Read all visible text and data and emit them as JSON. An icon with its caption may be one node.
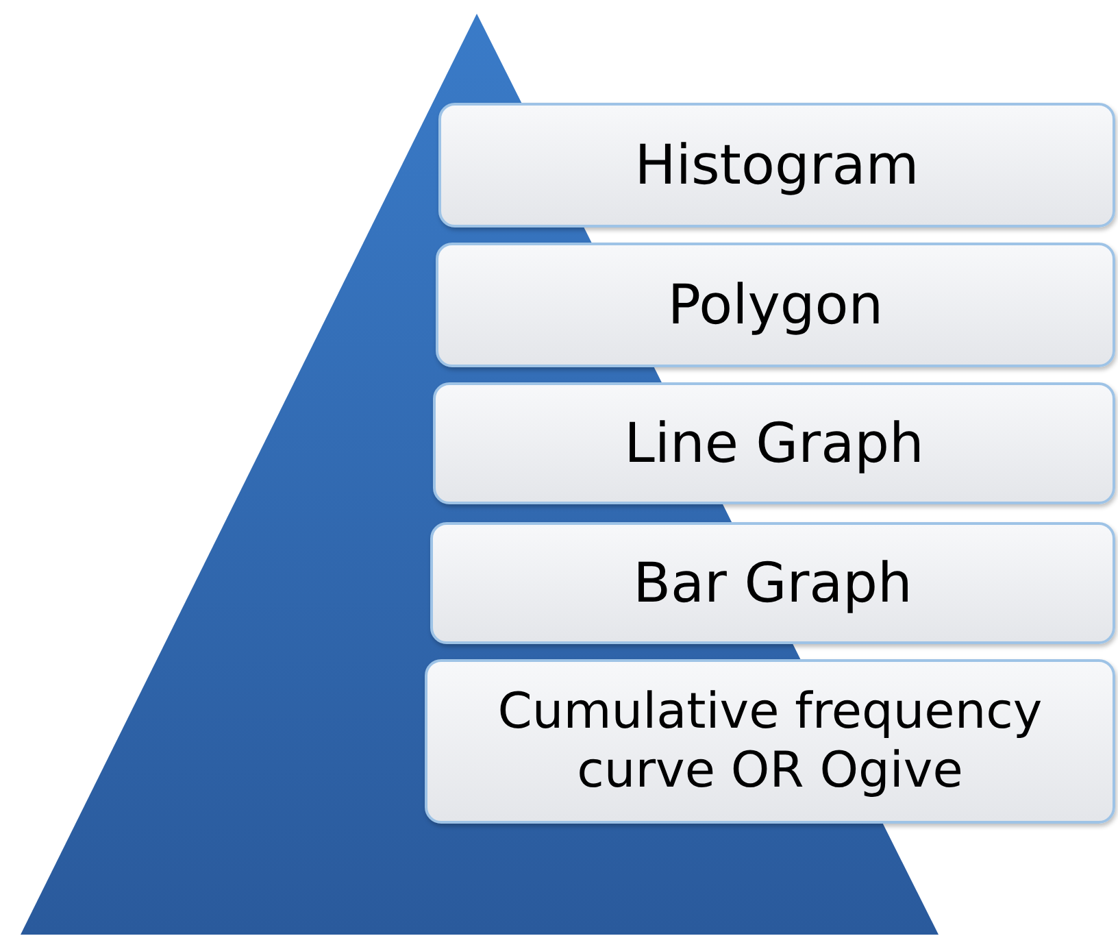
{
  "diagram": {
    "nodes": [
      {
        "text": [
          "Histogram"
        ]
      },
      {
        "text": [
          "Polygon"
        ]
      },
      {
        "text": [
          "Line Graph"
        ]
      },
      {
        "text": [
          "Bar Graph"
        ]
      },
      {
        "text": [
          "Cumulative frequency curve OR Ogive"
        ]
      }
    ]
  }
}
